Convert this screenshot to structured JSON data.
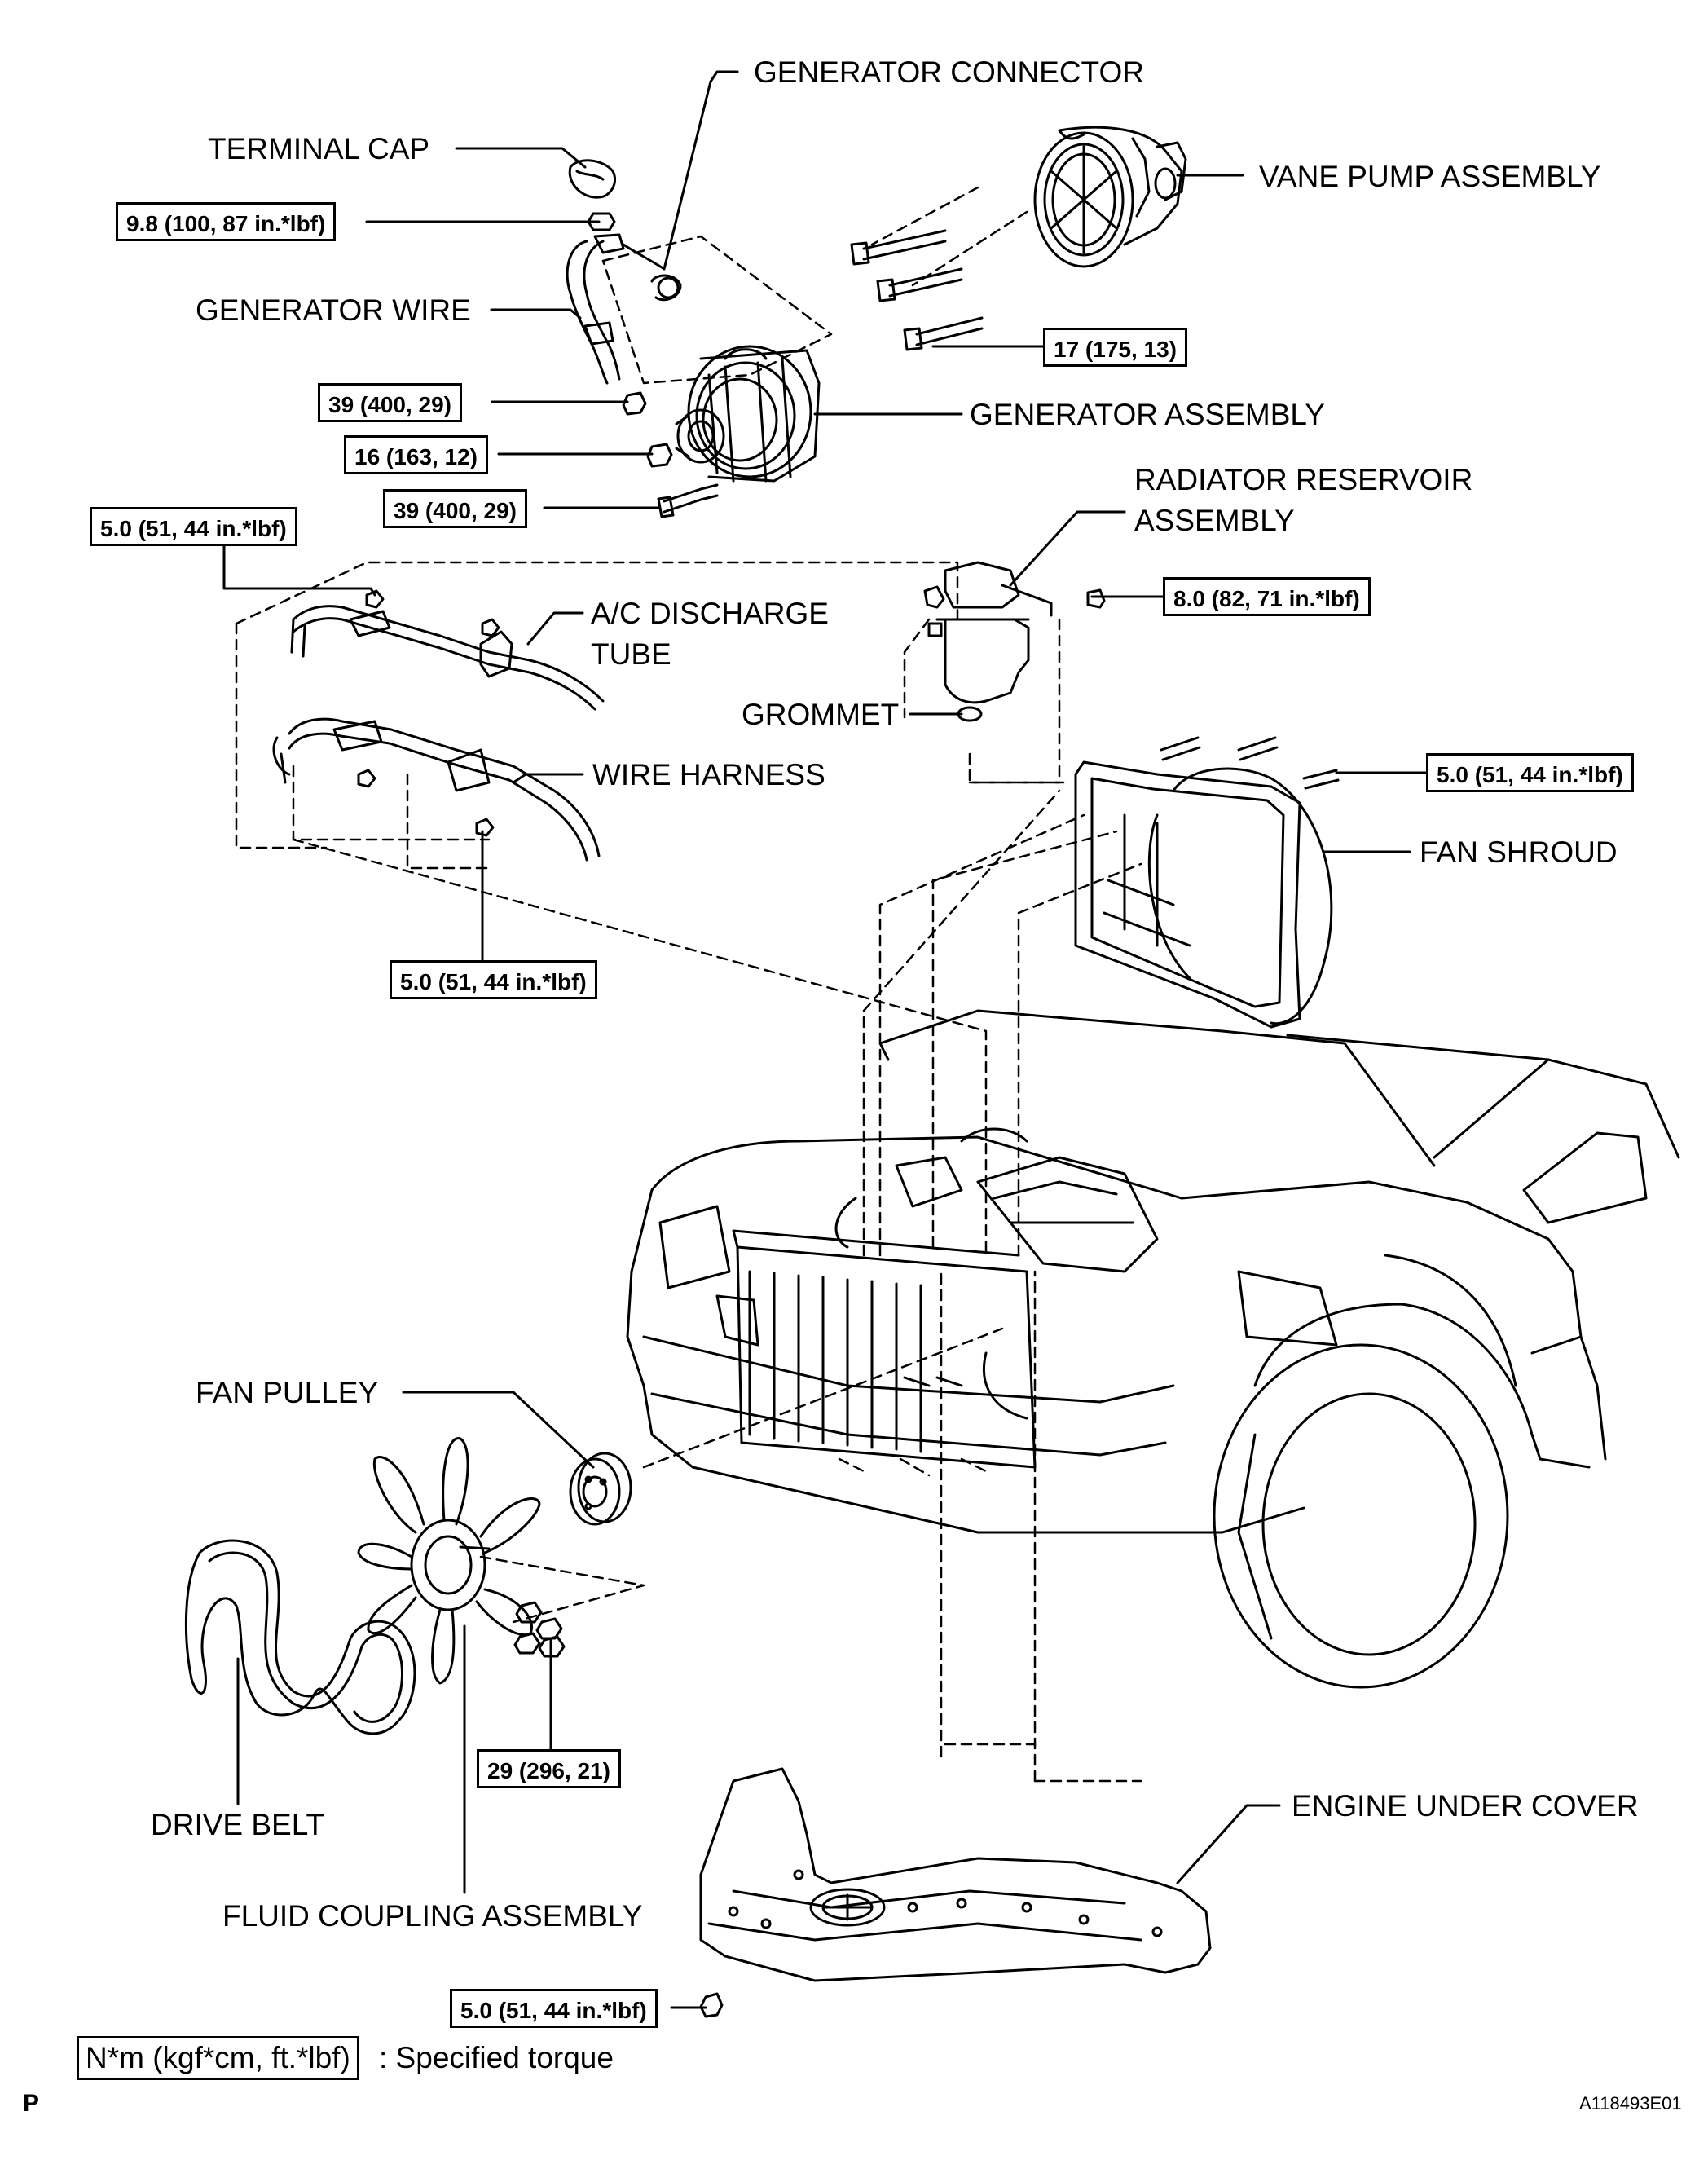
{
  "labels": {
    "generator_connector": "GENERATOR CONNECTOR",
    "terminal_cap": "TERMINAL CAP",
    "vane_pump_assembly": "VANE PUMP ASSEMBLY",
    "generator_wire": "GENERATOR WIRE",
    "generator_assembly": "GENERATOR ASSEMBLY",
    "radiator_reservoir_line1": "RADIATOR RESERVOIR",
    "radiator_reservoir_line2": "ASSEMBLY",
    "ac_discharge_line1": "A/C DISCHARGE",
    "ac_discharge_line2": "TUBE",
    "grommet": "GROMMET",
    "wire_harness": "WIRE HARNESS",
    "fan_shroud": "FAN SHROUD",
    "fan_pulley": "FAN PULLEY",
    "drive_belt": "DRIVE BELT",
    "fluid_coupling_assembly": "FLUID COUPLING ASSEMBLY",
    "engine_under_cover": "ENGINE UNDER COVER"
  },
  "torques": {
    "terminal_nut": "9.8 (100, 87 in.*lbf)",
    "vane_pump_bolt": "17 (175, 13)",
    "generator_nut": "39 (400, 29)",
    "generator_bolt_small": "16 (163, 12)",
    "generator_bolt_long": "39 (400, 29)",
    "ac_tube_nut": "5.0 (51, 44 in.*lbf)",
    "reservoir_bolt": "8.0 (82, 71 in.*lbf)",
    "fan_shroud_bolt": "5.0 (51, 44 in.*lbf)",
    "wire_harness_bolt": "5.0 (51, 44 in.*lbf)",
    "fan_coupling_nut": "29 (296, 21)",
    "under_cover_bolt": "5.0 (51, 44 in.*lbf)"
  },
  "legend": {
    "box_text": "N*m (kgf*cm, ft.*lbf)",
    "description": ": Specified torque"
  },
  "corner_letter": "P",
  "figure_id": "A118493E01"
}
